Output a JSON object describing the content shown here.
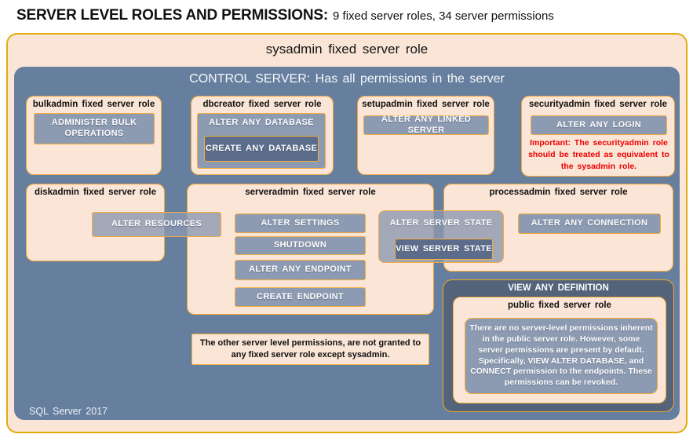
{
  "page": {
    "title_strong": "SERVER LEVEL ROLES AND PERMISSIONS:",
    "title_rest": "9 fixed server roles, 34 server permissions",
    "footer": "SQL Server 2017"
  },
  "sysadmin": {
    "label": "sysadmin fixed server role"
  },
  "control_server": {
    "label": "CONTROL SERVER: Has all permissions in the server"
  },
  "roles": {
    "bulkadmin": {
      "title": "bulkadmin fixed server role",
      "permissions": [
        "ADMINISTER BULK OPERATIONS"
      ]
    },
    "dbcreator": {
      "title": "dbcreator fixed server role",
      "outer_permission": "ALTER ANY DATABASE",
      "nested_permission": "CREATE ANY DATABASE"
    },
    "setupadmin": {
      "title": "setupadmin fixed server role",
      "permissions": [
        "ALTER ANY LINKED SERVER"
      ]
    },
    "securityadmin": {
      "title": "securityadmin fixed server role",
      "permissions": [
        "ALTER ANY LOGIN"
      ],
      "note": "Important: The securityadmin role should be treated as equivalent to the sysadmin role."
    },
    "diskadmin": {
      "title": "diskadmin fixed server role",
      "permissions": [
        "ALTER RESOURCES"
      ]
    },
    "serveradmin": {
      "title": "serveradmin fixed server role",
      "permissions": [
        "ALTER SETTINGS",
        "SHUTDOWN",
        "ALTER ANY ENDPOINT",
        "CREATE ENDPOINT"
      ],
      "outer_permission": "ALTER SERVER STATE",
      "nested_permission": "VIEW SERVER STATE"
    },
    "processadmin": {
      "title": "processadmin fixed server role",
      "permissions": [
        "ALTER ANY CONNECTION"
      ]
    },
    "public": {
      "wrapper_permission": "VIEW ANY DEFINITION",
      "title": "public fixed server role",
      "body": "There are no server-level permissions inherent in the public server role. However, some server permissions are present by default. Specifically, VIEW ALTER DATABASE, and CONNECT permission to the endpoints. These permissions can be revoked."
    }
  },
  "notes": {
    "other_permissions": "The other server level permissions, are not granted to any fixed server role except sysadmin."
  },
  "colors": {
    "outer_fill": "#FAE5D6",
    "outer_border": "#E3AC0E",
    "control_fill": "#677F9E",
    "role_border": "#EFA63C",
    "button_fill": "#8C9AB2",
    "button_border": "#F4AC3A",
    "nested_button_fill": "#5C6D8B",
    "vad_fill": "#536379",
    "important_text": "#EC0000"
  }
}
